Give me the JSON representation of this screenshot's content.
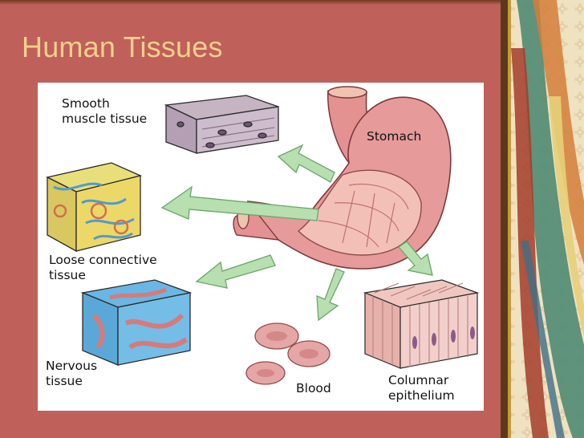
{
  "slide": {
    "title": "Human Tissues"
  },
  "diagram": {
    "labels": {
      "smooth_muscle": "Smooth\nmuscle tissue",
      "stomach": "Stomach",
      "loose_connective": "Loose connective\ntissue",
      "nervous": "Nervous\ntissue",
      "blood": "Blood",
      "columnar": "Columnar\nepithelium"
    }
  },
  "colors": {
    "slide_background": "#c0605a",
    "title_text": "#f3cf8e",
    "side_panel": "#efe2c0",
    "arrow_green": "#b7dfb0",
    "stomach_pink": "#e79a9a",
    "blood_cell": "#e5a6a6"
  }
}
